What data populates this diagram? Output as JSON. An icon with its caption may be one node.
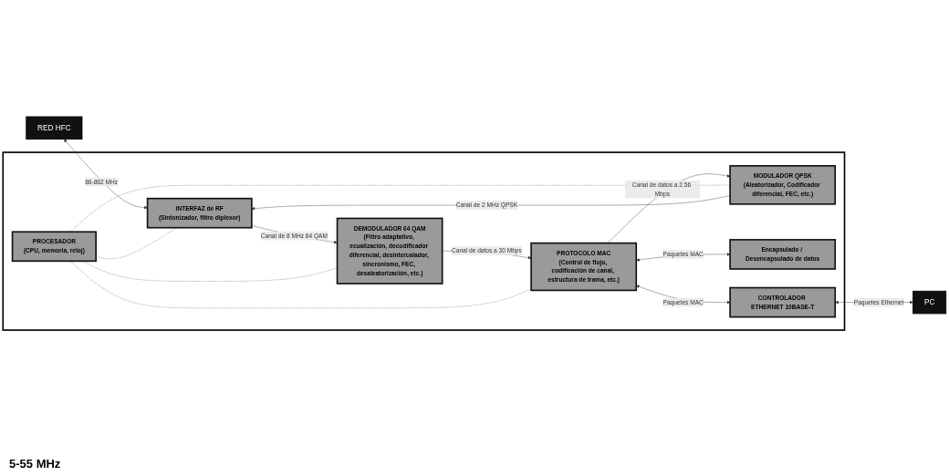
{
  "diagram": {
    "nodes": [
      {
        "text": [],
        "shape": "box"
      },
      {
        "text": [
          "RED HFC"
        ]
      },
      {
        "text": [
          "INTERFAZ de RF",
          "(Sintonizador, filtro diplexor)"
        ],
        "in": 0
      },
      {
        "text": [
          "DEMODULADOR 64 QAM",
          "(Filtro adaptativo, ecualización, decodificador diferencial, desintercalador, sincronismo, FEC, desaleatorización, etc.)"
        ],
        "in": 0
      },
      {
        "text": [
          "MODULADOR QPSK",
          "(Aleatorizador, Codificador diferencial, FEC, etc.)"
        ],
        "in": 0
      },
      {
        "text": [
          "PROTOCOLO MAC",
          "(Control de flujo, codificación de canal, estructura de trama, etc.)"
        ],
        "in": 0
      },
      {
        "text": [
          "PROCESADOR",
          "(CPU, memoria, reloj)"
        ],
        "in": 0
      },
      {
        "text": [
          "Encapsulado / Desencapsulado de datos"
        ],
        "in": 0
      },
      {
        "text": [
          "CONTROLADOR ETHERNET 10BASE-T"
        ],
        "in": 0
      },
      {
        "text": [
          "PC"
        ]
      }
    ],
    "edges": [
      {
        "from": 1,
        "to": 2,
        "arrow": "both",
        "label": "86-862 MHz"
      },
      {
        "from": 2,
        "to": 3,
        "arrow": "to",
        "label": "Canal de 8 MHz 64 QAM"
      },
      {
        "from": 4,
        "to": 2,
        "arrow": "to",
        "label": "Canal de 2 MHz QPSK"
      },
      {
        "from": 3,
        "to": 5,
        "arrow": "to",
        "label": "Canal de datos a 30 Mbps"
      },
      {
        "from": 5,
        "to": 4,
        "arrow": "to",
        "label": "Canal de datos a 2.56 Mbps"
      },
      {
        "from": 5,
        "to": 7,
        "arrow": "both",
        "label": "Paquetes MAC"
      },
      {
        "from": 5,
        "to": 8,
        "arrow": "both",
        "label": "Paquetes MAC"
      },
      {
        "from": 8,
        "to": 9,
        "arrow": "both",
        "label": "Paquetes Ethernet"
      },
      {
        "from": 6,
        "to": 2,
        "arrow": "none",
        "style": "dashed"
      },
      {
        "from": 6,
        "to": 3,
        "arrow": "none",
        "style": "dashed"
      },
      {
        "from": 6,
        "to": 4,
        "arrow": "none",
        "style": "dashed"
      },
      {
        "from": 6,
        "to": 5,
        "arrow": "none",
        "style": "dashed"
      }
    ],
    "labels": [
      "5-55 MHz"
    ]
  }
}
